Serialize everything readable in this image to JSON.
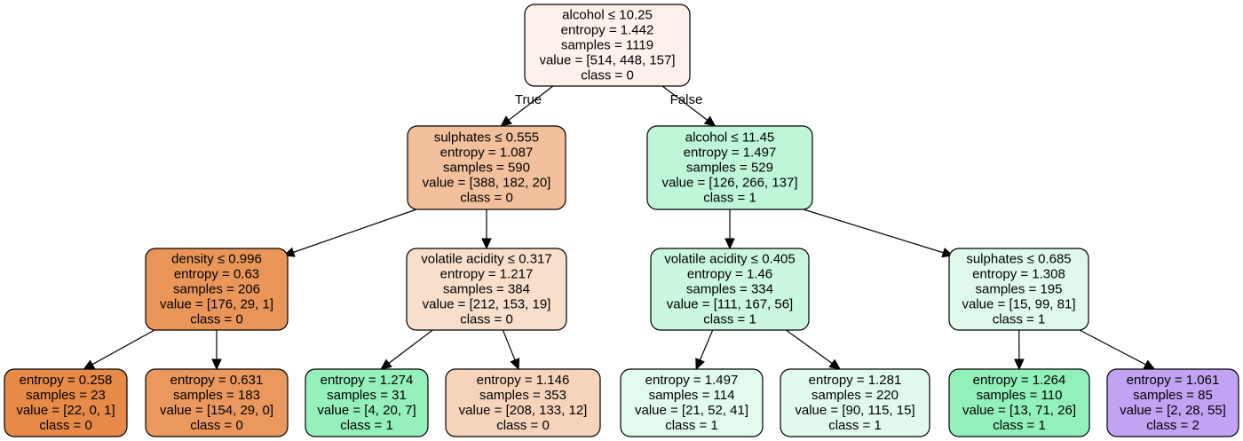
{
  "tree": {
    "nodes": [
      {
        "id": "n0",
        "fill": "#fcf2eb",
        "lines": [
          "alcohol ≤ 10.25",
          "entropy = 1.442",
          "samples = 1119",
          "value = [514, 448, 157]",
          "class = 0"
        ]
      },
      {
        "id": "n1",
        "fill": "#f2c09c",
        "lines": [
          "sulphates ≤ 0.555",
          "entropy = 1.087",
          "samples = 590",
          "value = [388, 182, 20]",
          "class = 0"
        ]
      },
      {
        "id": "n2",
        "fill": "#bff6d7",
        "lines": [
          "alcohol ≤ 11.45",
          "entropy = 1.497",
          "samples = 529",
          "value = [126, 266, 137]",
          "class = 1"
        ]
      },
      {
        "id": "n3",
        "fill": "#ea9659",
        "lines": [
          "density ≤ 0.996",
          "entropy = 0.63",
          "samples = 206",
          "value = [176, 29, 1]",
          "class = 0"
        ]
      },
      {
        "id": "n4",
        "fill": "#f8dfcc",
        "lines": [
          "volatile acidity ≤ 0.317",
          "entropy = 1.217",
          "samples = 384",
          "value = [212, 153, 19]",
          "class = 0"
        ]
      },
      {
        "id": "n5",
        "fill": "#cbf7de",
        "lines": [
          "volatile acidity ≤ 0.405",
          "entropy = 1.46",
          "samples = 334",
          "value = [111, 167, 56]",
          "class = 1"
        ]
      },
      {
        "id": "n6",
        "fill": "#dffaeb",
        "lines": [
          "sulphates ≤ 0.685",
          "entropy = 1.308",
          "samples = 195",
          "value = [15, 99, 81]",
          "class = 1"
        ]
      },
      {
        "id": "n7",
        "fill": "#e78a47",
        "lines": [
          "entropy = 0.258",
          "samples = 23",
          "value = [22, 0, 1]",
          "class = 0"
        ]
      },
      {
        "id": "n8",
        "fill": "#ea985d",
        "lines": [
          "entropy = 0.631",
          "samples = 183",
          "value = [154, 29, 0]",
          "class = 0"
        ]
      },
      {
        "id": "n9",
        "fill": "#95f0bc",
        "lines": [
          "entropy = 1.274",
          "samples = 31",
          "value = [4, 20, 7]",
          "class = 1"
        ]
      },
      {
        "id": "n10",
        "fill": "#f6d4bb",
        "lines": [
          "entropy = 1.146",
          "samples = 353",
          "value = [208, 133, 12]",
          "class = 0"
        ]
      },
      {
        "id": "n11",
        "fill": "#e1fbec",
        "lines": [
          "entropy = 1.497",
          "samples = 114",
          "value = [21, 52, 41]",
          "class = 1"
        ]
      },
      {
        "id": "n12",
        "fill": "#e0fbec",
        "lines": [
          "entropy = 1.281",
          "samples = 220",
          "value = [90, 115, 15]",
          "class = 1"
        ]
      },
      {
        "id": "n13",
        "fill": "#92f0ba",
        "lines": [
          "entropy = 1.264",
          "samples = 110",
          "value = [13, 71, 26]",
          "class = 1"
        ]
      },
      {
        "id": "n14",
        "fill": "#c2a2f3",
        "lines": [
          "entropy = 1.061",
          "samples = 85",
          "value = [2, 28, 55]",
          "class = 2"
        ]
      }
    ],
    "edges": [
      {
        "from": "n0",
        "to": "n1",
        "label": "True"
      },
      {
        "from": "n0",
        "to": "n2",
        "label": "False"
      },
      {
        "from": "n1",
        "to": "n3",
        "label": ""
      },
      {
        "from": "n1",
        "to": "n4",
        "label": ""
      },
      {
        "from": "n2",
        "to": "n5",
        "label": ""
      },
      {
        "from": "n2",
        "to": "n6",
        "label": ""
      },
      {
        "from": "n3",
        "to": "n7",
        "label": ""
      },
      {
        "from": "n3",
        "to": "n8",
        "label": ""
      },
      {
        "from": "n4",
        "to": "n9",
        "label": ""
      },
      {
        "from": "n4",
        "to": "n10",
        "label": ""
      },
      {
        "from": "n5",
        "to": "n11",
        "label": ""
      },
      {
        "from": "n5",
        "to": "n12",
        "label": ""
      },
      {
        "from": "n6",
        "to": "n13",
        "label": ""
      },
      {
        "from": "n6",
        "to": "n14",
        "label": ""
      }
    ]
  }
}
